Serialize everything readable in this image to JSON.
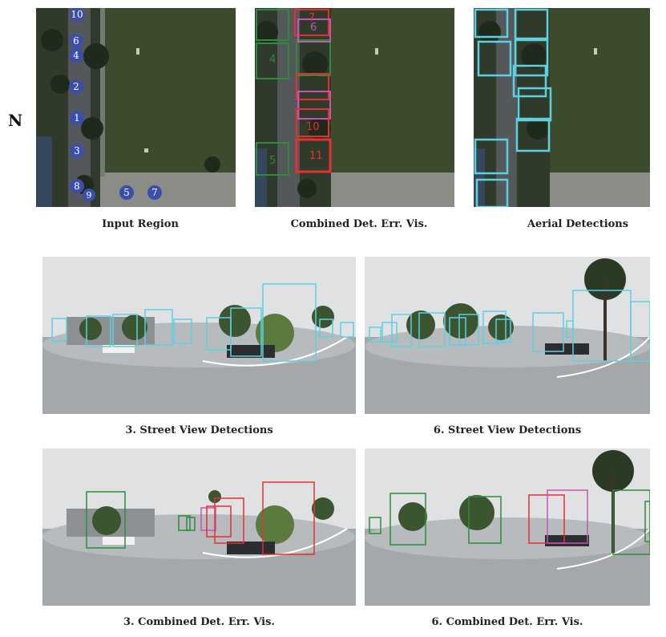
{
  "north_label": "N",
  "captions": {
    "input_region": "Input Region",
    "combined_aerial": "Combined Det. Err. Vis.",
    "aerial_detections": "Aerial Detections",
    "sv3_detections": "3. Street View Detections",
    "sv6_detections": "6. Street View Detections",
    "sv3_combined": "3. Combined Det. Err. Vis.",
    "sv6_combined": "6. Combined Det. Err. Vis."
  },
  "markers": [
    {
      "label": "10"
    },
    {
      "label": "6"
    },
    {
      "label": "4"
    },
    {
      "label": "2"
    },
    {
      "label": "1"
    },
    {
      "label": "3"
    },
    {
      "label": "8"
    },
    {
      "label": "9"
    },
    {
      "label": "5"
    },
    {
      "label": "7"
    }
  ],
  "combined_labels": [
    "7",
    "6",
    "4",
    "10",
    "11",
    "5"
  ],
  "colors": {
    "marker": "#3b4fa8",
    "detection": "#5fd0e0",
    "correct": "#2e8b3a",
    "error_red": "#e53030",
    "error_magenta": "#c455b5",
    "grass": "#3a4a2c",
    "road": "#4a4c4e",
    "sky": "#dfe1e3"
  }
}
